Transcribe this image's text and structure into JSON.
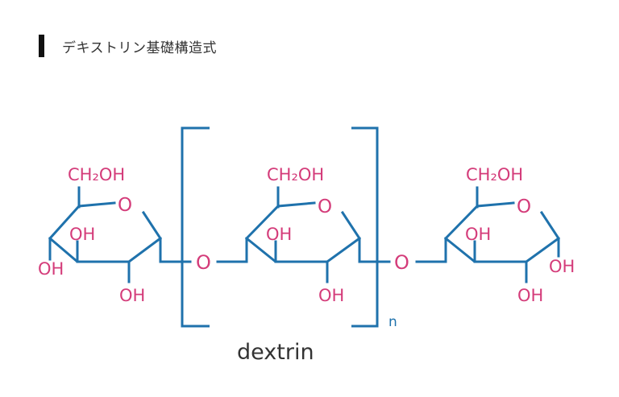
{
  "heading": {
    "title": "デキストリン基礎構造式"
  },
  "diagram": {
    "caption": "dextrin",
    "repeat_label": "n",
    "colors": {
      "bond": "#1f72ac",
      "atom": "#d43c7a",
      "caption": "#333333"
    },
    "units": [
      {
        "ch2oh": "CH₂OH",
        "ring_o": "O",
        "oh_3": "OH",
        "oh_2": "OH",
        "oh_4": "OH"
      },
      {
        "ch2oh": "CH₂OH",
        "ring_o": "O",
        "oh_3": "OH",
        "oh_2": "OH"
      },
      {
        "ch2oh": "CH₂OH",
        "ring_o": "O",
        "oh_3": "OH",
        "oh_2": "OH",
        "oh_1": "OH"
      }
    ],
    "links": [
      {
        "label": "O"
      },
      {
        "label": "O"
      }
    ]
  }
}
